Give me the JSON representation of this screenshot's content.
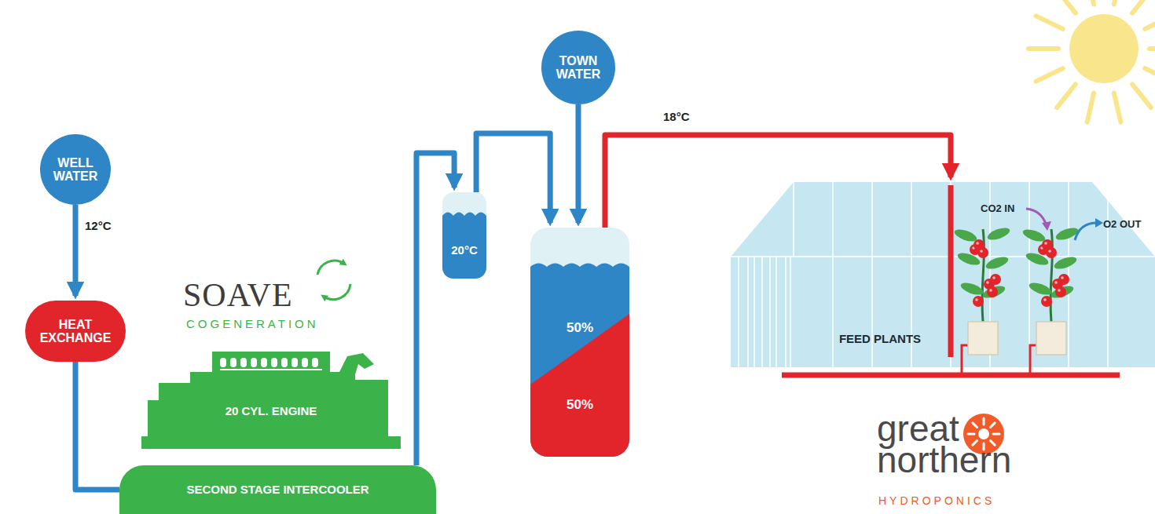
{
  "diagram": {
    "nodes": [
      {
        "text": [
          "WELL WATER"
        ]
      },
      {
        "text": [
          "HEAT EXCHANGE"
        ]
      },
      {
        "text": [
          "20 CYL. ENGINE"
        ]
      },
      {
        "text": [
          "SECOND STAGE INTERCOOLER"
        ]
      },
      {
        "text": [
          "20°C"
        ]
      },
      {
        "text": [
          "TOWN WATER"
        ]
      },
      {
        "text": [
          "50%",
          "50%"
        ]
      },
      {
        "text": [
          "FEED PLANTS"
        ]
      }
    ],
    "edges": [
      {
        "from": 0,
        "to": 1,
        "arrow": "to",
        "label": "12°C"
      },
      {
        "from": 1,
        "to": 3,
        "arrow": "none"
      },
      {
        "from": 3,
        "to": 4,
        "arrow": "to"
      },
      {
        "from": 4,
        "to": 6,
        "arrow": "to"
      },
      {
        "from": 5,
        "to": 6,
        "arrow": "to"
      },
      {
        "from": 6,
        "to": 7,
        "arrow": "to",
        "label": "18°C"
      }
    ],
    "labels": [
      "SOAVE",
      "COGENERATION",
      "CO2 IN",
      "O2 OUT",
      "great northern",
      "HYDROPONICS"
    ]
  }
}
